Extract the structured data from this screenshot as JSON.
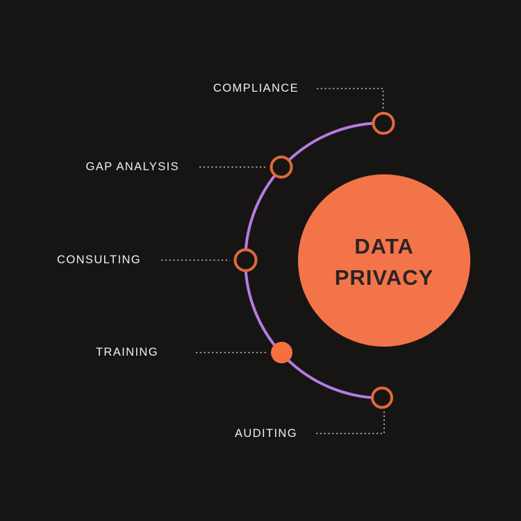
{
  "diagram": {
    "type": "radial-orbit-infographic",
    "center": {
      "label_line1": "DATA",
      "label_line2": "PRIVACY"
    },
    "nodes": [
      {
        "label": "COMPLIANCE",
        "marker": "outline-circle",
        "connector": "elbow-right-down"
      },
      {
        "label": "GAP ANALYSIS",
        "marker": "outline-circle",
        "connector": "horizontal"
      },
      {
        "label": "CONSULTING",
        "marker": "outline-circle",
        "connector": "horizontal"
      },
      {
        "label": "TRAINING",
        "marker": "filled-circle",
        "connector": "horizontal"
      },
      {
        "label": "AUDITING",
        "marker": "outline-circle",
        "connector": "elbow-right-up"
      }
    ],
    "colors": {
      "background": "#171514",
      "center_circle": "#F4744A",
      "center_text": "#2A2425",
      "node_ring": "#E0693C",
      "node_filled": "#F4713E",
      "orbit_arc": "#B77CE2",
      "connector_dotted": "#C9C6C4",
      "label_text": "#F2F0EF"
    }
  }
}
